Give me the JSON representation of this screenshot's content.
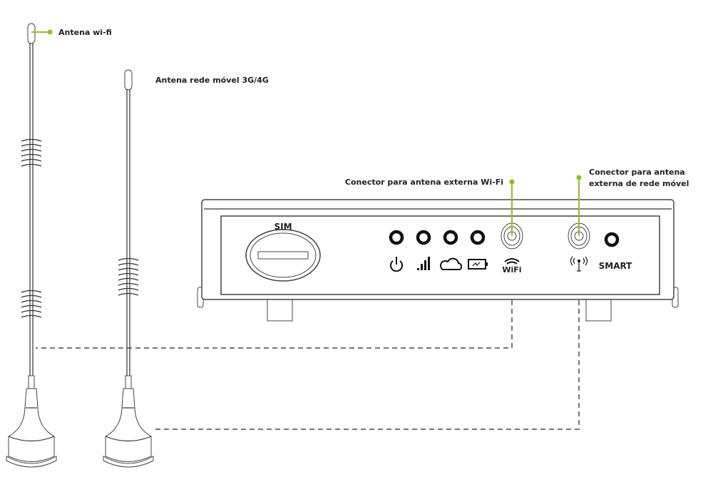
{
  "labels": {
    "wifi_antenna": "Antena wi-fi",
    "mobile_antenna": "Antena rede móvel 3G/4G",
    "wifi_connector": "Conector para antena externa Wi-Fi",
    "mobile_connector_line1": "Conector para antena",
    "mobile_connector_line2": "externa de rede móvel"
  },
  "device": {
    "sim_label": "SIM",
    "wifi_label": "WiFi",
    "smart_label": "SMART",
    "led_icons": [
      "power-icon",
      "signal-icon",
      "cloud-icon",
      "battery-icon"
    ]
  },
  "colors": {
    "accent": "#8dc21f",
    "dash": "#777777"
  }
}
